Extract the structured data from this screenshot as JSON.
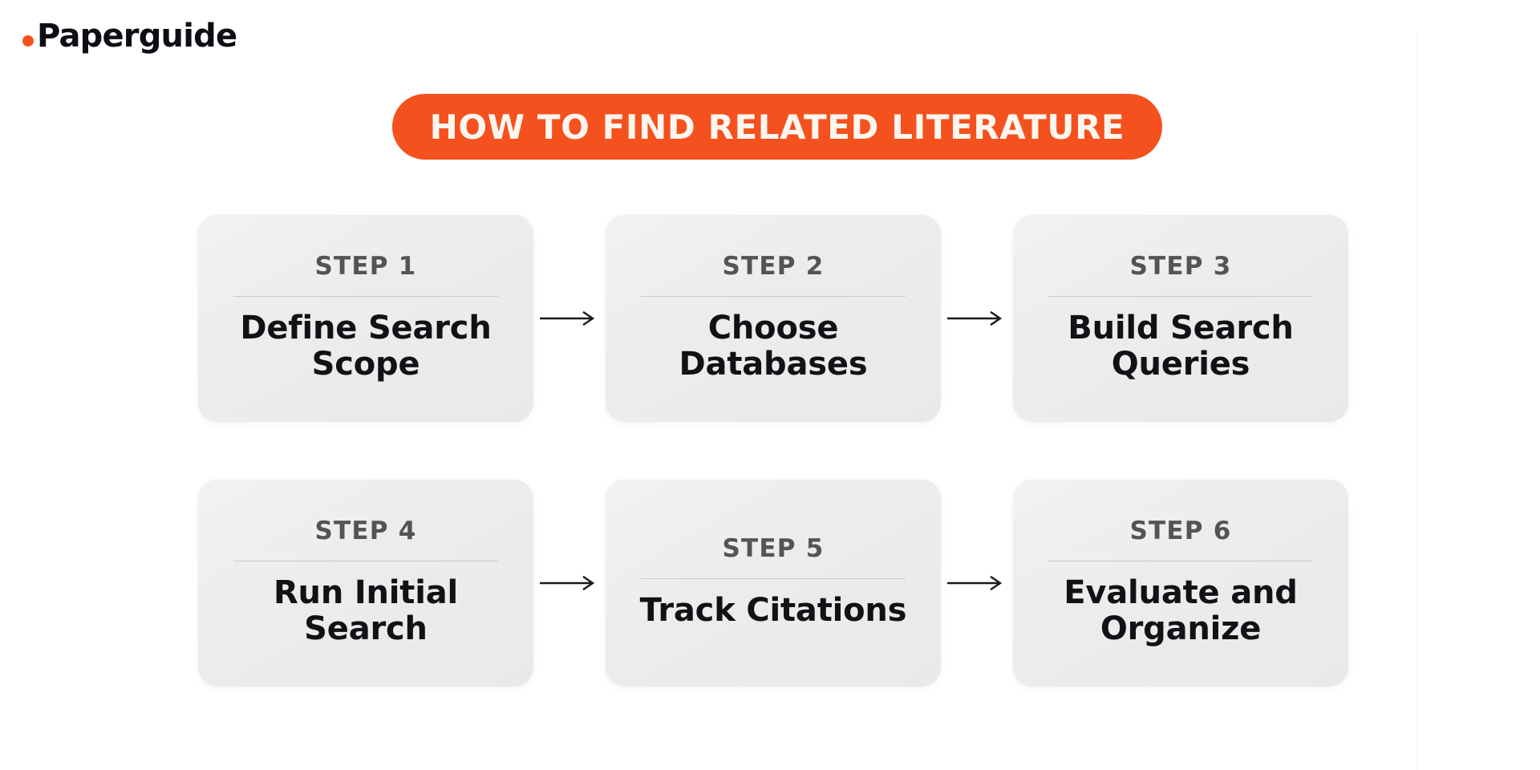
{
  "brand": {
    "dot_icon": "orange-dot-icon",
    "name": "Paperguide"
  },
  "banner": {
    "title": "HOW TO FIND RELATED LITERATURE",
    "background_color": "#f4511e",
    "text_color": "#fdf6ef"
  },
  "colors": {
    "accent": "#f4511e",
    "card_background": "#ececec",
    "step_label": "#545454",
    "card_title": "#111116",
    "divider": "#c9c9c9",
    "arrow": "#1a1a1a",
    "page_background": "#ffffff"
  },
  "arrow_icon": "arrow-right-icon",
  "steps": [
    {
      "step": "STEP 1",
      "title": "Define Search Scope"
    },
    {
      "step": "STEP 2",
      "title": "Choose Databases"
    },
    {
      "step": "STEP 3",
      "title": "Build Search Queries"
    },
    {
      "step": "STEP 4",
      "title": "Run Initial Search"
    },
    {
      "step": "STEP 5",
      "title": "Track Citations"
    },
    {
      "step": "STEP 6",
      "title": "Evaluate and Organize"
    }
  ]
}
